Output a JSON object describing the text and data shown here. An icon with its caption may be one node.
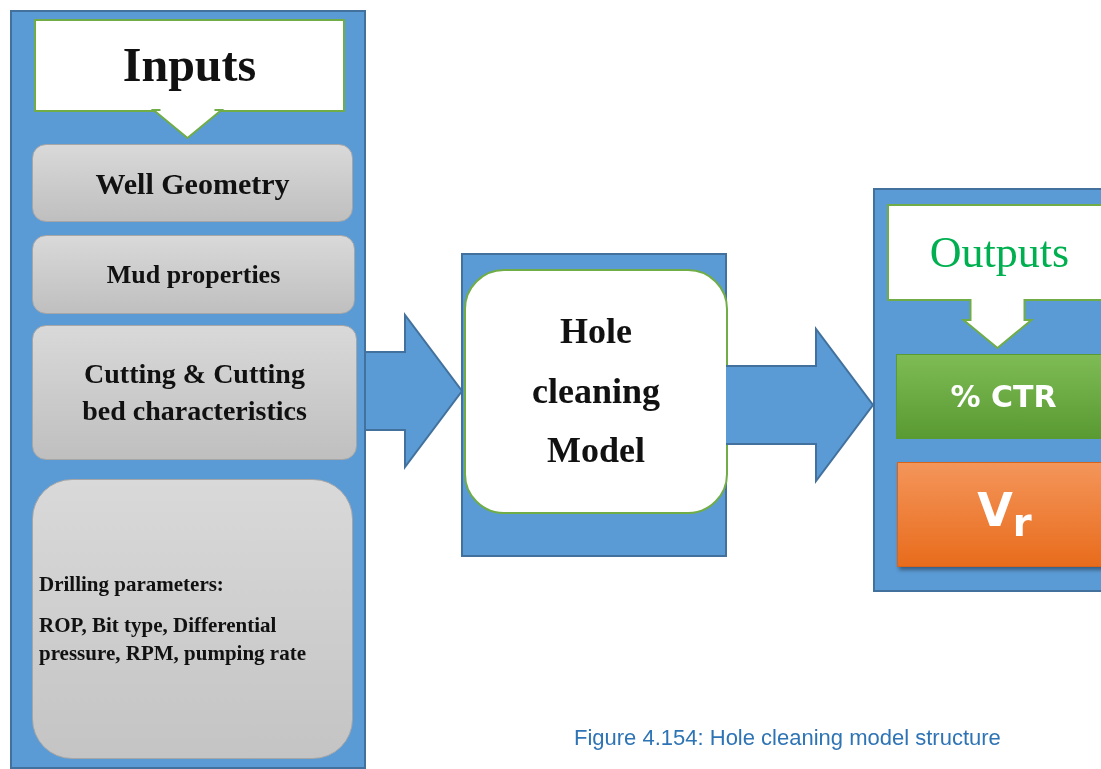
{
  "diagram": {
    "caption": "Figure 4.154: Hole cleaning model structure",
    "nodes": [
      {
        "text": [],
        "shape": "box"
      },
      {
        "text": [
          "Inputs"
        ],
        "in": 0
      },
      {
        "text": [
          "Well Geometry"
        ],
        "in": 0
      },
      {
        "text": [
          "Mud properties"
        ],
        "in": 0
      },
      {
        "text": [
          "Cutting & Cutting bed characteristics"
        ],
        "in": 0
      },
      {
        "text": [
          "Drilling parameters:",
          "ROP, Bit type, Differential pressure, RPM, pumping rate"
        ],
        "in": 0
      },
      {
        "text": [],
        "shape": "box"
      },
      {
        "text": [
          "Hole cleaning Model"
        ],
        "in": 6
      },
      {
        "text": [],
        "shape": "box"
      },
      {
        "text": [
          "Outputs"
        ],
        "in": 8
      },
      {
        "text": [
          "% CTR"
        ],
        "in": 8
      },
      {
        "text": [
          "V$_{r}$"
        ],
        "in": 8
      }
    ],
    "edges": [
      {
        "from": 1,
        "to": 2,
        "arrow": "to",
        "color": "#ffffff"
      },
      {
        "from": 0,
        "to": 7,
        "arrow": "to",
        "style": "thick"
      },
      {
        "from": 7,
        "to": 8,
        "arrow": "to",
        "style": "thick"
      },
      {
        "from": 9,
        "to": 10,
        "arrow": "to",
        "color": "#ffffff"
      }
    ]
  }
}
